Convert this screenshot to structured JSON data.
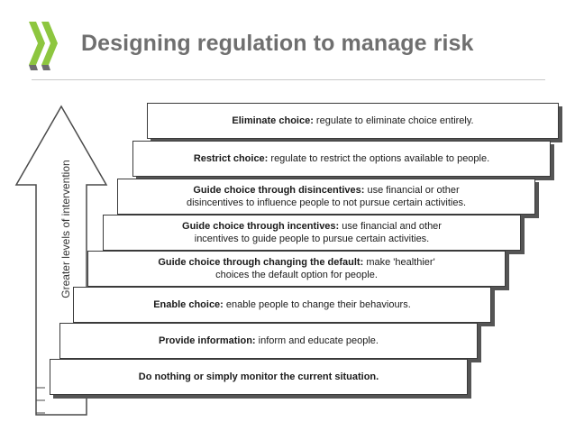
{
  "header": {
    "title": "Designing regulation to manage risk",
    "logo_icon": "oecd-chevrons-icon",
    "logo_color": "#8dc63f"
  },
  "diagram": {
    "axis_label": "Greater levels of intervention",
    "steps": [
      {
        "bold": "Eliminate choice:",
        "text": " regulate to eliminate choice entirely.",
        "line2": ""
      },
      {
        "bold": "Restrict choice:",
        "text": " regulate to restrict the options available to people.",
        "line2": ""
      },
      {
        "bold": "Guide choice through disincentives:",
        "text": " use financial or other",
        "line2": "disincentives to influence people to not pursue certain activities."
      },
      {
        "bold": "Guide choice through incentives:",
        "text": " use financial and other",
        "line2": "incentives to guide people to pursue certain activities."
      },
      {
        "bold": "Guide choice through changing the default:",
        "text": " make 'healthier'",
        "line2": "choices the default option for people."
      },
      {
        "bold": "Enable choice:",
        "text": " enable people to change their behaviours.",
        "line2": ""
      },
      {
        "bold": "Provide information:",
        "text": " inform and educate people.",
        "line2": ""
      },
      {
        "bold": "Do nothing or simply monitor the current situation.",
        "text": "",
        "line2": ""
      }
    ]
  }
}
